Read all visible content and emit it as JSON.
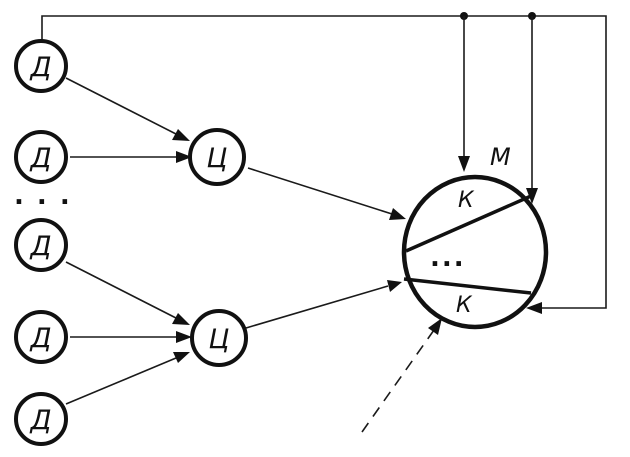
{
  "diagram": {
    "sensor_label": "Д",
    "concentrator_label": "Ц",
    "module_label": "М",
    "channel_label": "К",
    "sensor_ellipsis": ". . .",
    "channel_ellipsis": "...",
    "sensors": [
      "Д",
      "Д",
      "Д",
      "Д",
      "Д"
    ],
    "concentrators": [
      "Ц",
      "Ц"
    ],
    "channels": [
      "К",
      "К"
    ],
    "colors": {
      "ink": "#111111",
      "background": "#ffffff"
    }
  }
}
